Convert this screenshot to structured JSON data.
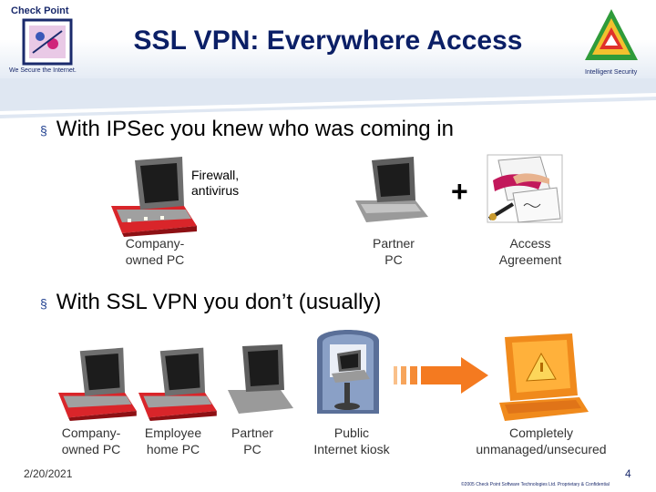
{
  "header": {
    "title": "SSL VPN: Everywhere Access",
    "logo_left_brand": "Check Point",
    "logo_left_tagline": "We Secure the Internet.",
    "logo_right_tagline": "Intelligent Security"
  },
  "bullets": [
    "With IPSec you knew who was coming in",
    "With SSL VPN you don’t (usually)"
  ],
  "ipsec": {
    "firewall_label": "Firewall,\nantivirus",
    "company_pc_label": "Company-\nowned PC",
    "partner_pc_label": "Partner\nPC",
    "plus_sign": "+",
    "access_label": "Access\nAgreement"
  },
  "ssl": {
    "company_pc_label": "Company-\nowned PC",
    "employee_label": "Employee\nhome PC",
    "partner_label": "Partner\nPC",
    "kiosk_label": "Public\nInternet kiosk",
    "unmanaged_label": "Completely\nunmanaged/unsecured"
  },
  "footer": {
    "date": "2/20/2021",
    "page": "4",
    "copyright": "©2005 Check Point Software Technologies Ltd. Proprietary & Confidential"
  },
  "colors": {
    "title": "#0b1f66",
    "firewall_red": "#d9252a",
    "laptop_gray": "#9a9a9a",
    "warning_orange": "#f5a21b",
    "arrow_orange": "#f47a20"
  }
}
